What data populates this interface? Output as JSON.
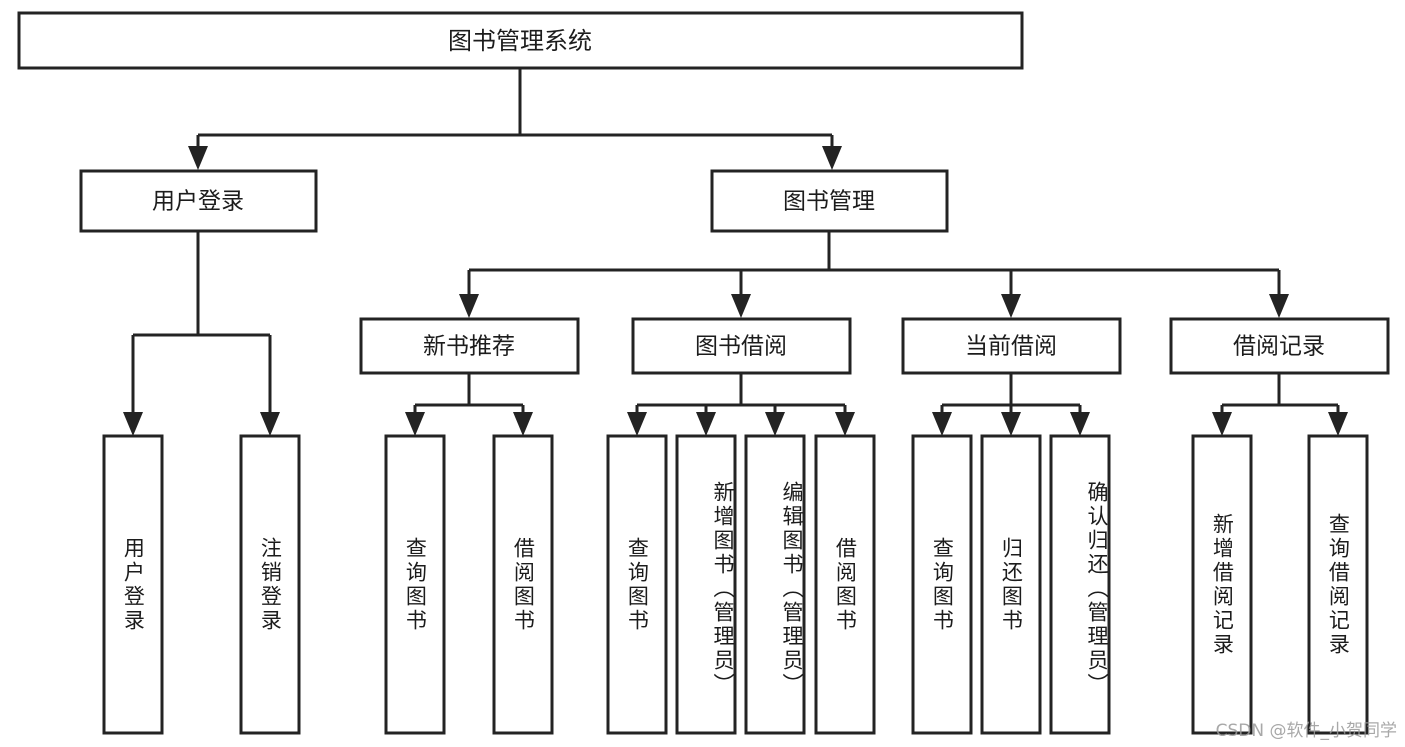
{
  "diagram": {
    "type": "tree",
    "title": "图书管理系统",
    "watermark": "CSDN @软件_小贺同学",
    "colors": {
      "stroke": "#232323",
      "fill": "#ffffff",
      "text": "#1c1c1c",
      "watermark": "#9a9a9a"
    },
    "levels": {
      "root": "图书管理系统",
      "level2": [
        "用户登录",
        "图书管理"
      ],
      "level3": [
        "新书推荐",
        "图书借阅",
        "当前借阅",
        "借阅记录"
      ]
    },
    "nodes": {
      "root": {
        "label": "图书管理系统"
      },
      "user_login": {
        "label": "用户登录"
      },
      "book_manage": {
        "label": "图书管理"
      },
      "new_book_rec": {
        "label": "新书推荐"
      },
      "book_borrow": {
        "label": "图书借阅"
      },
      "current_borrow": {
        "label": "当前借阅"
      },
      "borrow_record": {
        "label": "借阅记录"
      }
    },
    "leaves": {
      "user_login": [
        {
          "label": "用户登录"
        },
        {
          "label": "注销登录"
        }
      ],
      "new_book_rec": [
        {
          "label": "查询图书"
        },
        {
          "label": "借阅图书"
        }
      ],
      "book_borrow": [
        {
          "label": "查询图书"
        },
        {
          "label": "新增图书（管理员）"
        },
        {
          "label": "编辑图书（管理员）"
        },
        {
          "label": "借阅图书"
        }
      ],
      "current_borrow": [
        {
          "label": "查询图书"
        },
        {
          "label": "归还图书"
        },
        {
          "label": "确认归还（管理员）"
        }
      ],
      "borrow_record": [
        {
          "label": "新增借阅记录"
        },
        {
          "label": "查询借阅记录"
        }
      ]
    }
  }
}
